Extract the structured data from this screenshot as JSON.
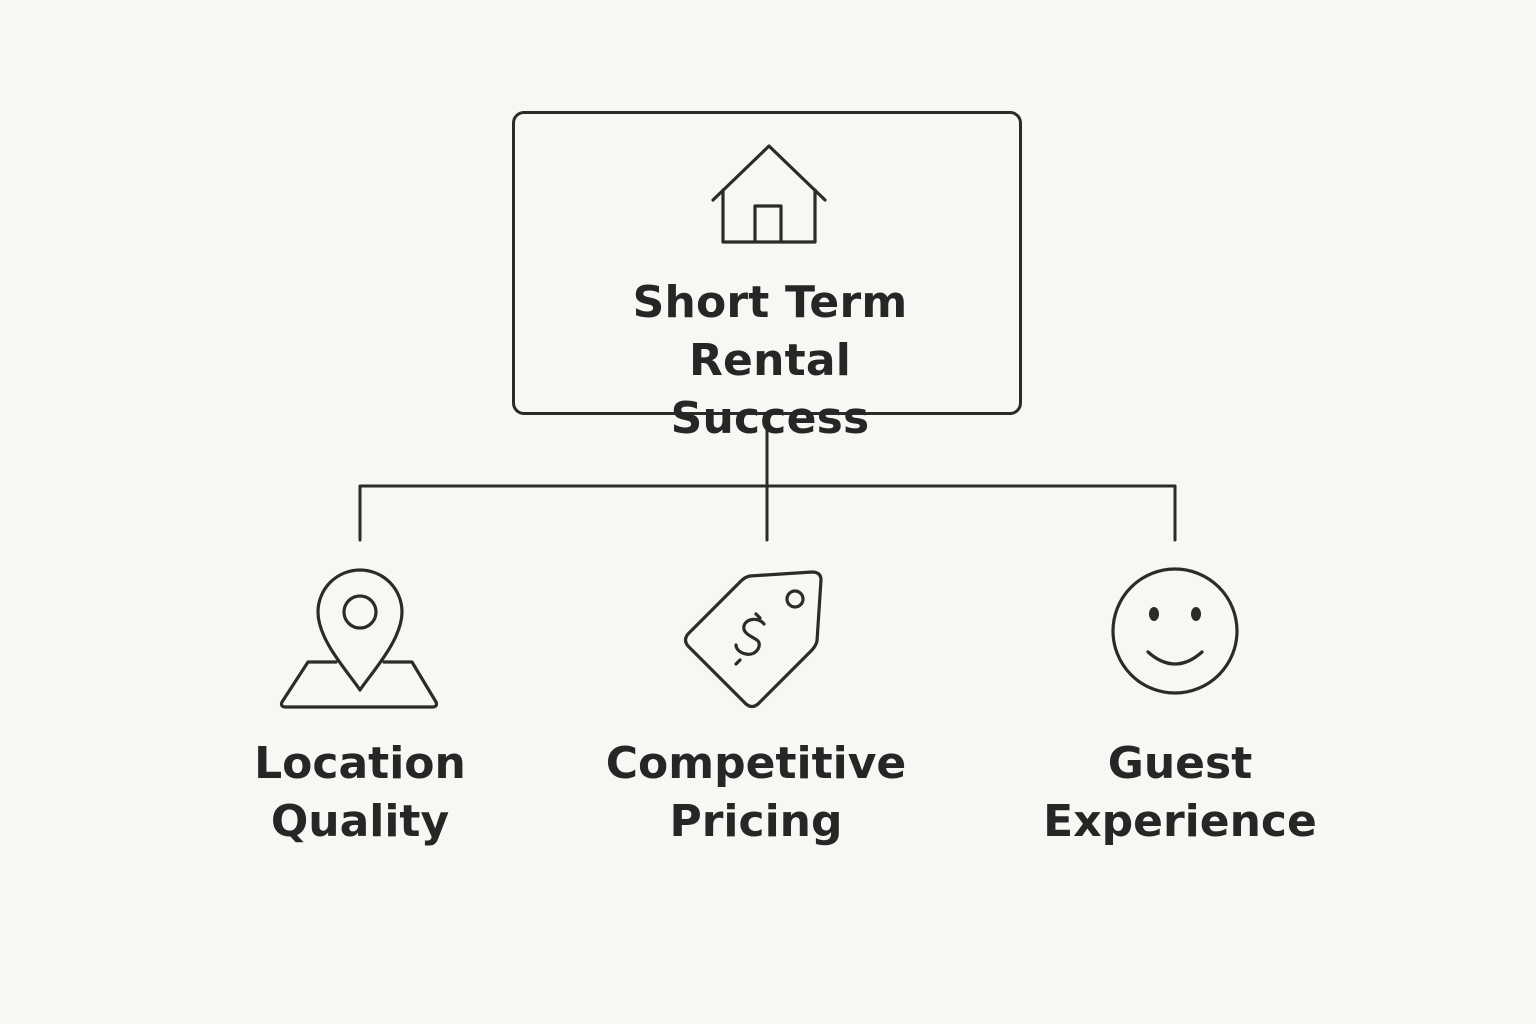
{
  "root": {
    "icon": "house-icon",
    "title_line1": "Short Term Rental",
    "title_line2": "Success"
  },
  "children": [
    {
      "icon": "map-pin-icon",
      "label_line1": "Location",
      "label_line2": "Quality"
    },
    {
      "icon": "price-tag-icon",
      "label_line1": "Competitive",
      "label_line2": "Pricing"
    },
    {
      "icon": "smiley-face-icon",
      "label_line1": "Guest",
      "label_line2": "Experience"
    }
  ],
  "colors": {
    "background": "#f9f7f3",
    "stroke": "#2b2b2b",
    "text": "#262626"
  }
}
